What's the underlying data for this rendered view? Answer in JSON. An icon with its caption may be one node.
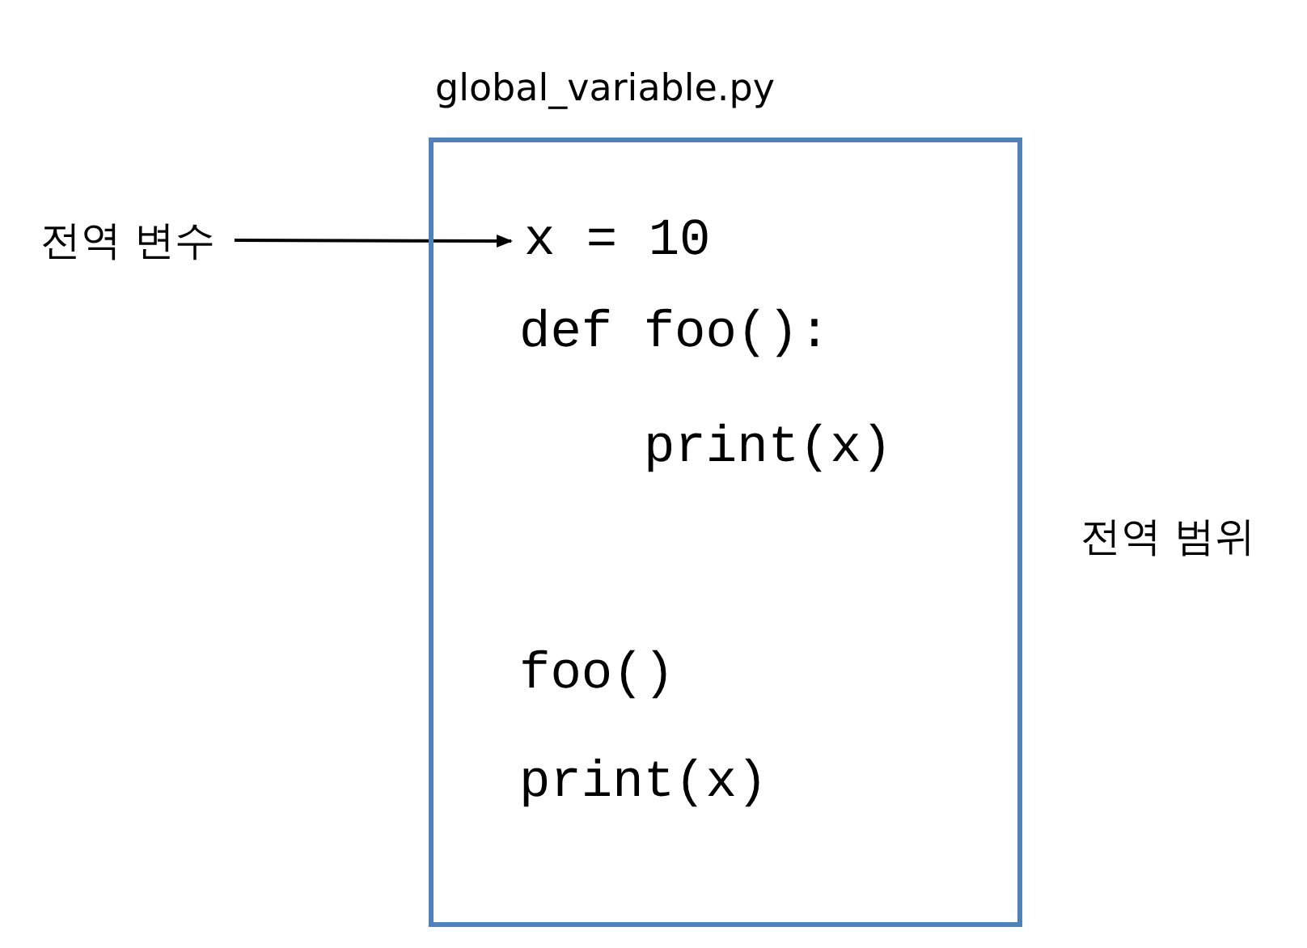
{
  "diagram": {
    "nodes": [
      {
        "text": [
          "global_variable.py"
        ],
        "beside": [
          "전역 범위"
        ]
      },
      {
        "text": [
          "전역 변수"
        ]
      },
      {
        "text": [
          "x = 10"
        ],
        "in": 0
      }
    ],
    "edges": [
      {
        "from": 1,
        "to": 2,
        "arrow": "to"
      }
    ],
    "labels": [
      "def foo():",
      "print(x)",
      "foo()",
      "print(x)"
    ]
  }
}
